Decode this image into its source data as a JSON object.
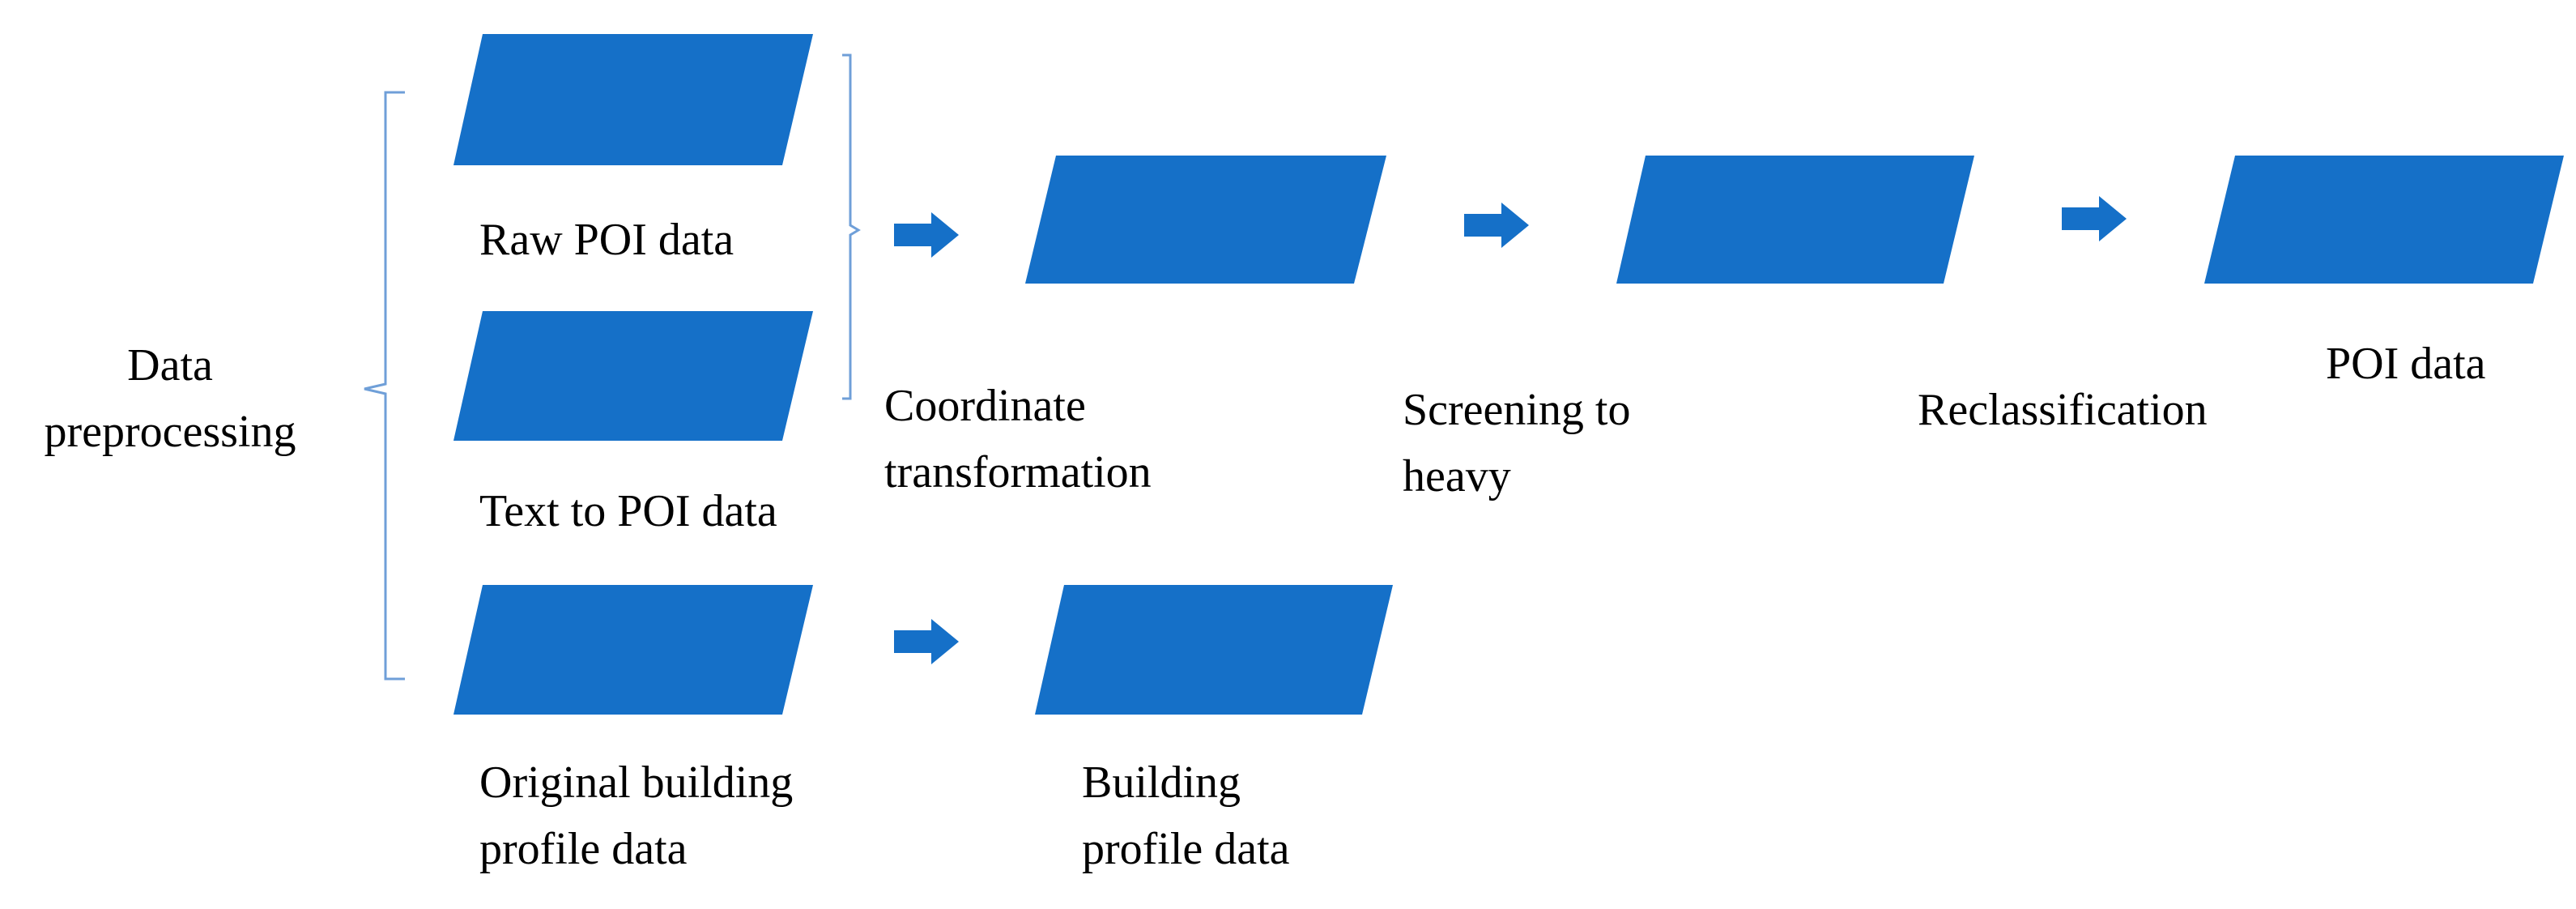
{
  "labels": {
    "data_preprocessing": "Data\npreprocessing",
    "raw_poi": "Raw POI data",
    "text_to_poi": "Text to POI data",
    "original_building": "Original building\nprofile data",
    "coordinate_transformation": "Coordinate\ntransformation",
    "screening": "Screening to\nheavy",
    "reclassification": "Reclassification",
    "poi_data": "POI data",
    "building_profile": "Building\nprofile data"
  },
  "colors": {
    "shape_fill": "#1570c8",
    "bracket": "#6f9fd8"
  },
  "icons": {
    "arrow": "arrow-right-icon",
    "data_node": "parallelogram-data-icon"
  }
}
